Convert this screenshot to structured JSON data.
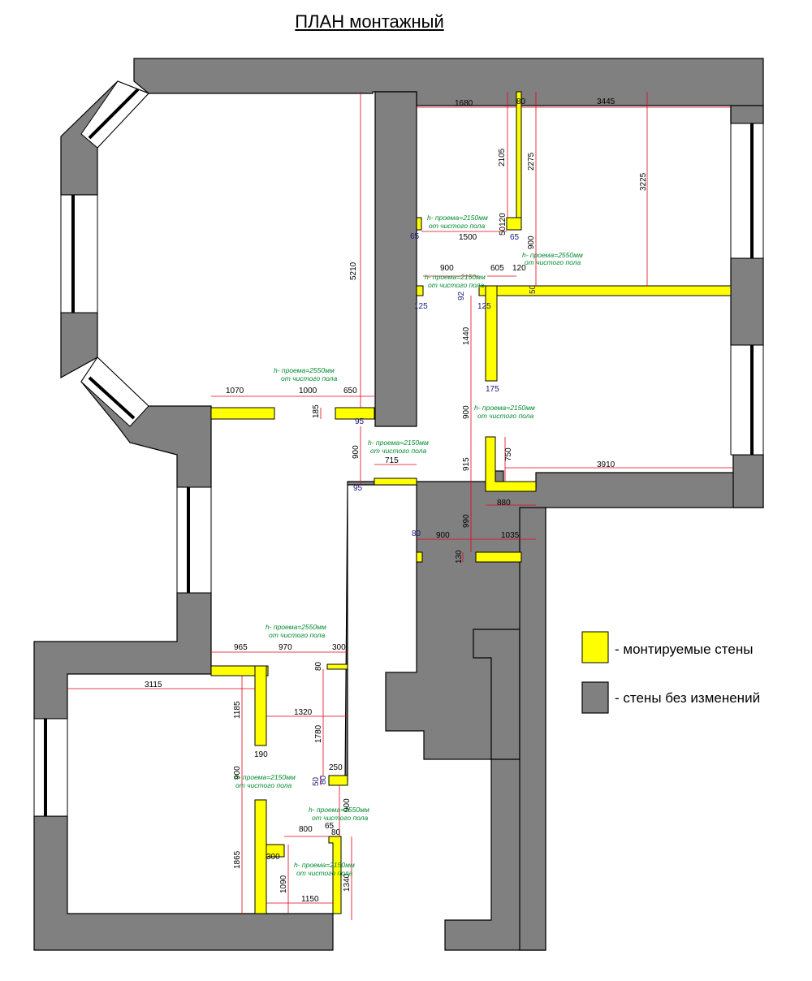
{
  "title": "ПЛАН монтажный",
  "legend": {
    "new_walls": "- монтируемые стены",
    "kept_walls": "- стены без изменений"
  },
  "colors": {
    "new_wall": "#ffff00",
    "kept_wall": "#808080",
    "dimension": "#e8001c",
    "note": "#008a2e"
  },
  "notes": {
    "n1a": "h- проема=2150мм",
    "n1b": "от чистого пола",
    "n2a": "h- проема=2550мм",
    "n2b": "от чистого пола",
    "n3a": "h- проема=2150мм",
    "n3b": "от чистого пола",
    "n4a": "h- проема=2550мм",
    "n4b": "от чистого пола",
    "n5a": "h- проема=2150мм",
    "n5b": "от чистого пола",
    "n6a": "h- проема=2150мм",
    "n6b": "от чистого пола",
    "n7a": "h- проема=2550мм",
    "n7b": "от чистого пола",
    "n8a": "h- проема=2150мм",
    "n8b": "от чистого пола",
    "n9a": "h- проема=2550мм",
    "n9b": "от чистого пола",
    "n10a": "h- проема=2150мм",
    "n10b": "от чистого пола"
  },
  "dims": {
    "d1680": "1680",
    "d80a": "80",
    "d3445": "3445",
    "d2105": "2105",
    "d2275": "2275",
    "d3225": "3225",
    "d50120": "50120",
    "d65a": "65",
    "d1500": "1500",
    "d65b": "65",
    "d900a": "900",
    "d900b": "900",
    "d605": "605",
    "d120": "120",
    "d92": "92",
    "d50a": "50",
    "d125a": "125",
    "d125b": "125",
    "d5210": "5210",
    "d1440": "1440",
    "d175": "175",
    "d1070": "1070",
    "d1000": "1000",
    "d650": "650",
    "d185": "185",
    "d95a": "95",
    "d900c": "900",
    "d915": "915",
    "d750": "750",
    "d3910": "3910",
    "d900d": "900",
    "d715": "715",
    "d95b": "95",
    "d880": "880",
    "d990": "990",
    "d80b": "80",
    "d900e": "900",
    "d1035": "1035",
    "d130": "130",
    "d965": "965",
    "d970": "970",
    "d300a": "300",
    "d80c": "80",
    "d3115": "3115",
    "d1185": "1185",
    "d1320": "1320",
    "d1780": "1780",
    "d190": "190",
    "d900f": "900",
    "d250": "250",
    "d50b": "50",
    "d80d": "80",
    "d800": "800",
    "d65c": "65",
    "d80e": "80",
    "d1865": "1865",
    "d300b": "300",
    "d900g": "900",
    "d1090": "1090",
    "d1340": "1340",
    "d1150": "1150"
  }
}
